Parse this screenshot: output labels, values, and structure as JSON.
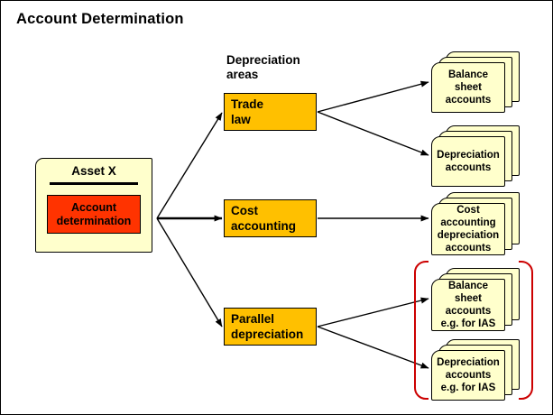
{
  "title": "Account Determination",
  "captions": {
    "depreciation_areas": "Depreciation\nareas"
  },
  "asset": {
    "label": "Asset X",
    "account_determination": [
      "Account",
      "determination"
    ]
  },
  "depreciation_areas": [
    {
      "id": "trade-law",
      "lines": [
        "Trade",
        "law"
      ]
    },
    {
      "id": "cost-accounting",
      "lines": [
        "Cost",
        "accounting"
      ]
    },
    {
      "id": "parallel-depreciation",
      "lines": [
        "Parallel",
        "depreciation"
      ]
    }
  ],
  "account_stacks": [
    {
      "id": "balance-sheet-accounts",
      "text": "Balance\nsheet\naccounts"
    },
    {
      "id": "depreciation-accounts",
      "text": "Depreciation\naccounts"
    },
    {
      "id": "cost-accounting-depreciation",
      "text": "Cost\naccounting\ndepreciation\naccounts"
    },
    {
      "id": "balance-sheet-accounts-ias",
      "text": "Balance\nsheet\naccounts\ne.g. for IAS"
    },
    {
      "id": "depreciation-accounts-ias",
      "text": "Depreciation\naccounts\ne.g. for IAS"
    }
  ],
  "colors": {
    "area_box_fill": "#FFC000",
    "note_fill": "#FFFFCC",
    "account_determination_fill": "#FF3300",
    "group_outline": "#CC0000",
    "line": "#000000",
    "background": "#FFFFFF"
  }
}
